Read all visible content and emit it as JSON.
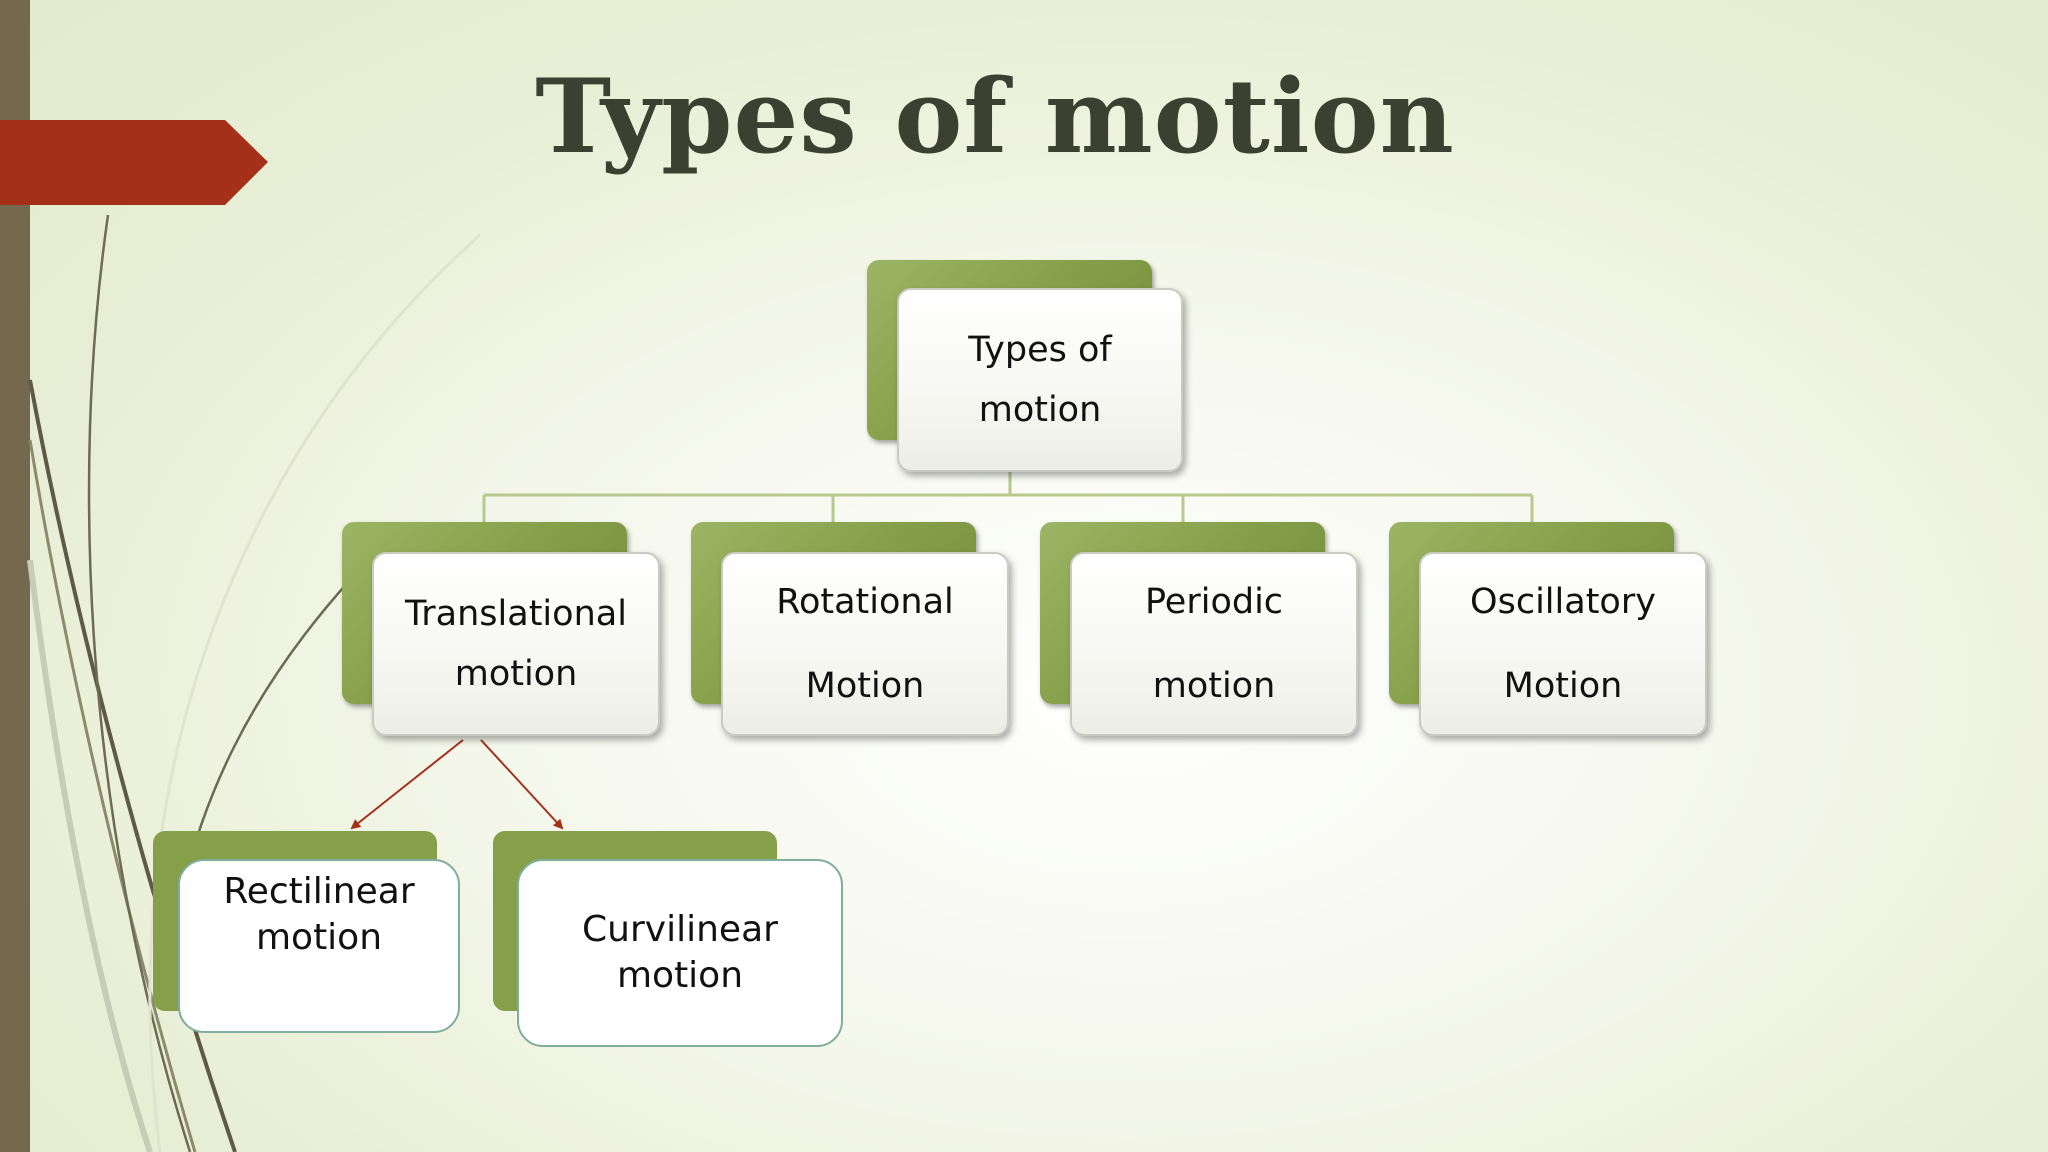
{
  "title": "Types of motion",
  "colors": {
    "accent_red": "#a5301a",
    "node_green": "#86a04a",
    "connector_green": "#b9c88c",
    "arrow": "#a5301a",
    "sidebar": "#74694f"
  },
  "diagram": {
    "root": {
      "line1": "Types of",
      "line2": "motion"
    },
    "children": [
      {
        "line1": "Translational",
        "line2": "motion"
      },
      {
        "line1": "Rotational",
        "line2": "Motion"
      },
      {
        "line1": "Periodic",
        "line2": "motion"
      },
      {
        "line1": "Oscillatory",
        "line2": "Motion"
      }
    ],
    "subtypes": [
      {
        "line1": "Rectilinear",
        "line2": "motion"
      },
      {
        "line1": "Curvilinear",
        "line2": "motion"
      }
    ]
  }
}
